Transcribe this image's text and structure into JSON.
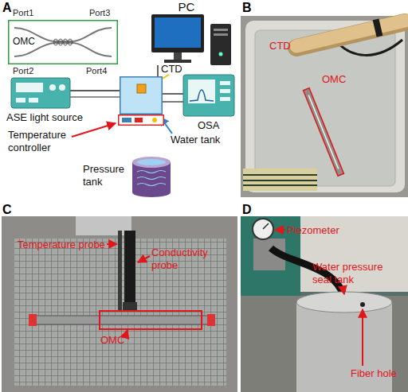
{
  "diagram": {
    "nodes": [
      {
        "text": [
          "PC"
        ]
      },
      {
        "text": [
          "OMC"
        ]
      },
      {
        "text": [
          "ASE light source"
        ]
      },
      {
        "text": [
          "Water tank"
        ]
      },
      {
        "text": [
          "CTD"
        ],
        "in": 3
      },
      {
        "text": [
          "Temperature controller"
        ]
      },
      {
        "text": [
          "OSA"
        ]
      },
      {
        "text": [
          "Pressure tank"
        ]
      }
    ],
    "edges": [
      {
        "from": 2,
        "to": 3,
        "arrow": "none"
      },
      {
        "from": 0,
        "to": 3,
        "arrow": "none"
      },
      {
        "from": 3,
        "to": 6,
        "arrow": "none"
      }
    ],
    "labels": [
      "A",
      "Port1",
      "Port3",
      "Port2",
      "Port4",
      "B",
      "CTD",
      "OMC",
      "C",
      "Temperature probe",
      "Conductivity probe",
      "OMC",
      "D",
      "Piezometer",
      "Water pressure seal tank",
      "Fiber hole"
    ]
  }
}
